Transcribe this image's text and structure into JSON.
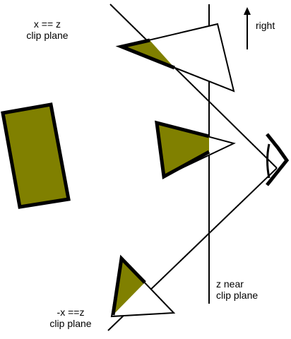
{
  "labels": {
    "x_eq_z_line1": "x == z",
    "x_eq_z_line2": "clip plane",
    "right": "right",
    "z_near_line1": "z near",
    "z_near_line2": "clip plane",
    "neg_x_eq_z_line1": "-x ==z",
    "neg_x_eq_z_line2": "clip plane"
  },
  "colors": {
    "fill_olive": "#808000",
    "stroke": "#000000",
    "background": "#ffffff"
  },
  "icons": {
    "eye": "eye-icon",
    "arrow": "arrow-up-icon"
  }
}
